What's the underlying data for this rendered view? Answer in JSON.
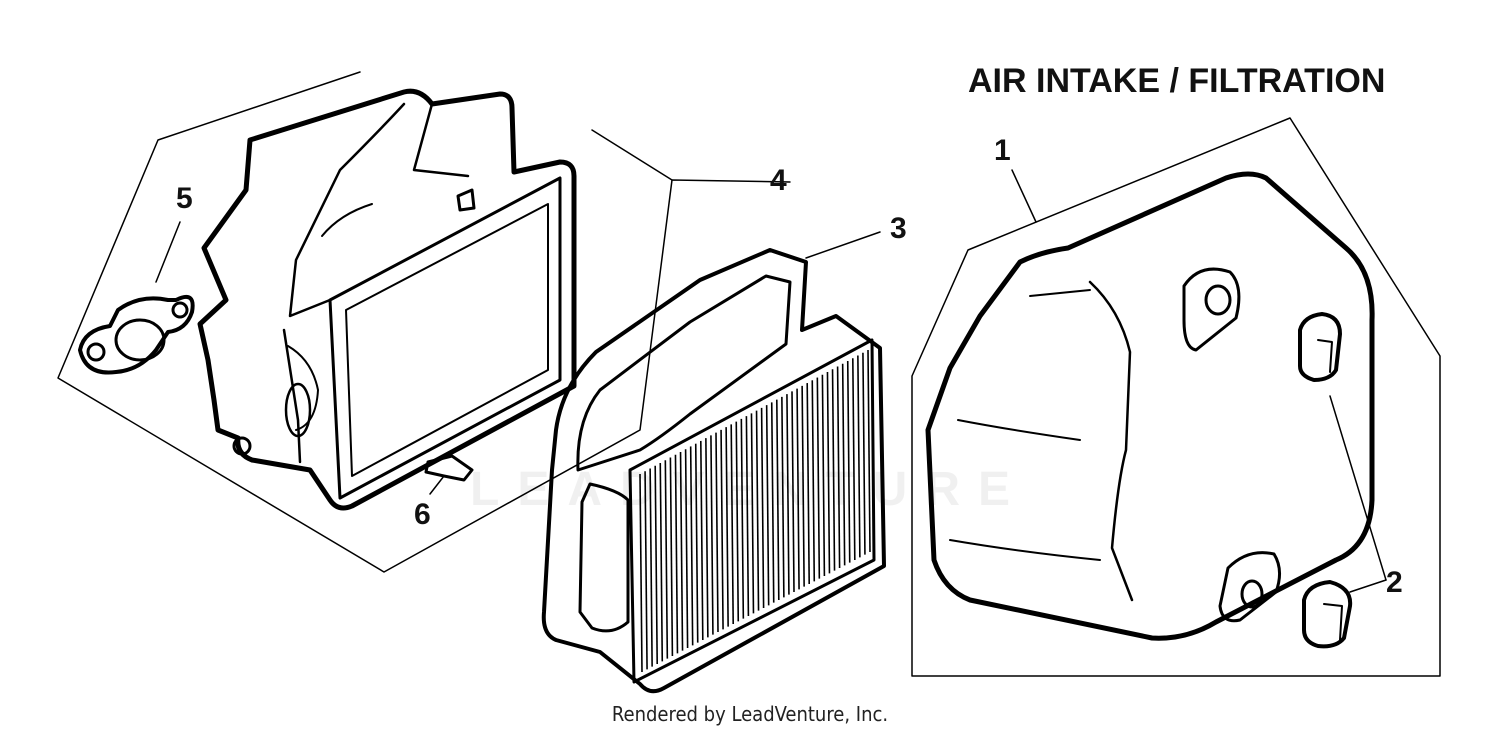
{
  "title": "AIR INTAKE / FILTRATION",
  "footer": "Rendered by LeadVenture, Inc.",
  "watermark": "LEADVENTURE",
  "callouts": {
    "c1": "1",
    "c2": "2",
    "c3": "3",
    "c4": "4",
    "c5": "5",
    "c6": "6"
  },
  "parts": {
    "p1": "air-cleaner-cover",
    "p2": "cover-knobs",
    "p3": "paper-air-filter-element",
    "p4": "air-cleaner-base-assembly",
    "p5": "gasket",
    "p6": "fastener"
  }
}
